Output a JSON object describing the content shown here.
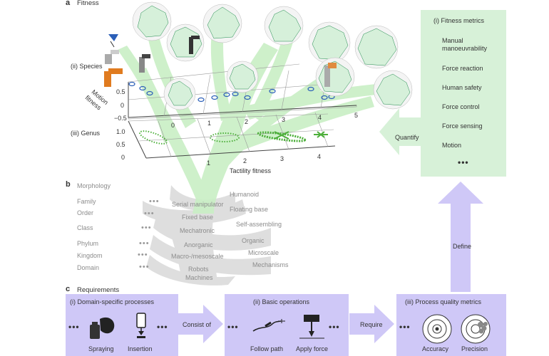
{
  "panel_a": {
    "letter": "a",
    "title": "Fitness",
    "species_label": "(ii) Species",
    "genus_label": "(iii) Genus",
    "motion_axis": [
      "Motion",
      "fitness"
    ],
    "motion_ticks_top": [
      "0.5",
      "0",
      "−0.5"
    ],
    "motion_ticks_bottom": [
      "1.0",
      "0.5",
      "0"
    ],
    "tactility_axis": "Tactility fitness",
    "tactility_ticks_top": [
      "0",
      "1",
      "2",
      "3",
      "4",
      "5"
    ],
    "tactility_ticks_bottom": [
      "1",
      "2",
      "3",
      "4"
    ],
    "metrics_box": {
      "title": "(i) Fitness metrics",
      "items": [
        "Manual",
        "manoeuvrability",
        "Force reaction",
        "Human safety",
        "Force control",
        "Force sensing",
        "Motion"
      ],
      "ellipsis": "•••"
    },
    "quantify_label": "Quantify"
  },
  "panel_b": {
    "letter": "b",
    "title": "Morphology",
    "ranks": [
      "Family",
      "Order",
      "Class",
      "Phylum",
      "Kingdom",
      "Domain"
    ],
    "ellipsis": "•••",
    "taxa": {
      "serial_manipulator": "Serial manipulator",
      "humanoid": "Humanoid",
      "fixed_base": "Fixed base",
      "floating_base": "Floating base",
      "mechatronic": "Mechatronic",
      "self_assembling": "Self-assembling",
      "anorganic": "Anorganic",
      "organic": "Organic",
      "macro_mesoscale": "Macro-/mesoscale",
      "microscale": "Microscale",
      "robots": "Robots",
      "mechanisms": "Mechanisms",
      "machines": "Machines"
    },
    "define_label": "Define"
  },
  "panel_c": {
    "letter": "c",
    "title": "Requirements",
    "box1": {
      "title": "(i) Domain-specific processes",
      "items": [
        "Spraying",
        "Insertion"
      ]
    },
    "box2": {
      "title": "(ii) Basic operations",
      "items": [
        "Follow path",
        "Apply force"
      ]
    },
    "box3": {
      "title": "(iii) Process quality metrics",
      "items": [
        "Accuracy",
        "Precision"
      ]
    },
    "consist_of": "Consist of",
    "require": "Require",
    "ellipsis": "•••"
  },
  "colors": {
    "green_panel": "#d7f1d8",
    "purple_panel": "#cfc8f7",
    "tree_green": "#c8efc4",
    "genus_dots": "#4caf3a",
    "species_circles": "#2b5fb8",
    "radar_green": "#1f8a4c",
    "grey_tree": "#dcdcdc"
  }
}
